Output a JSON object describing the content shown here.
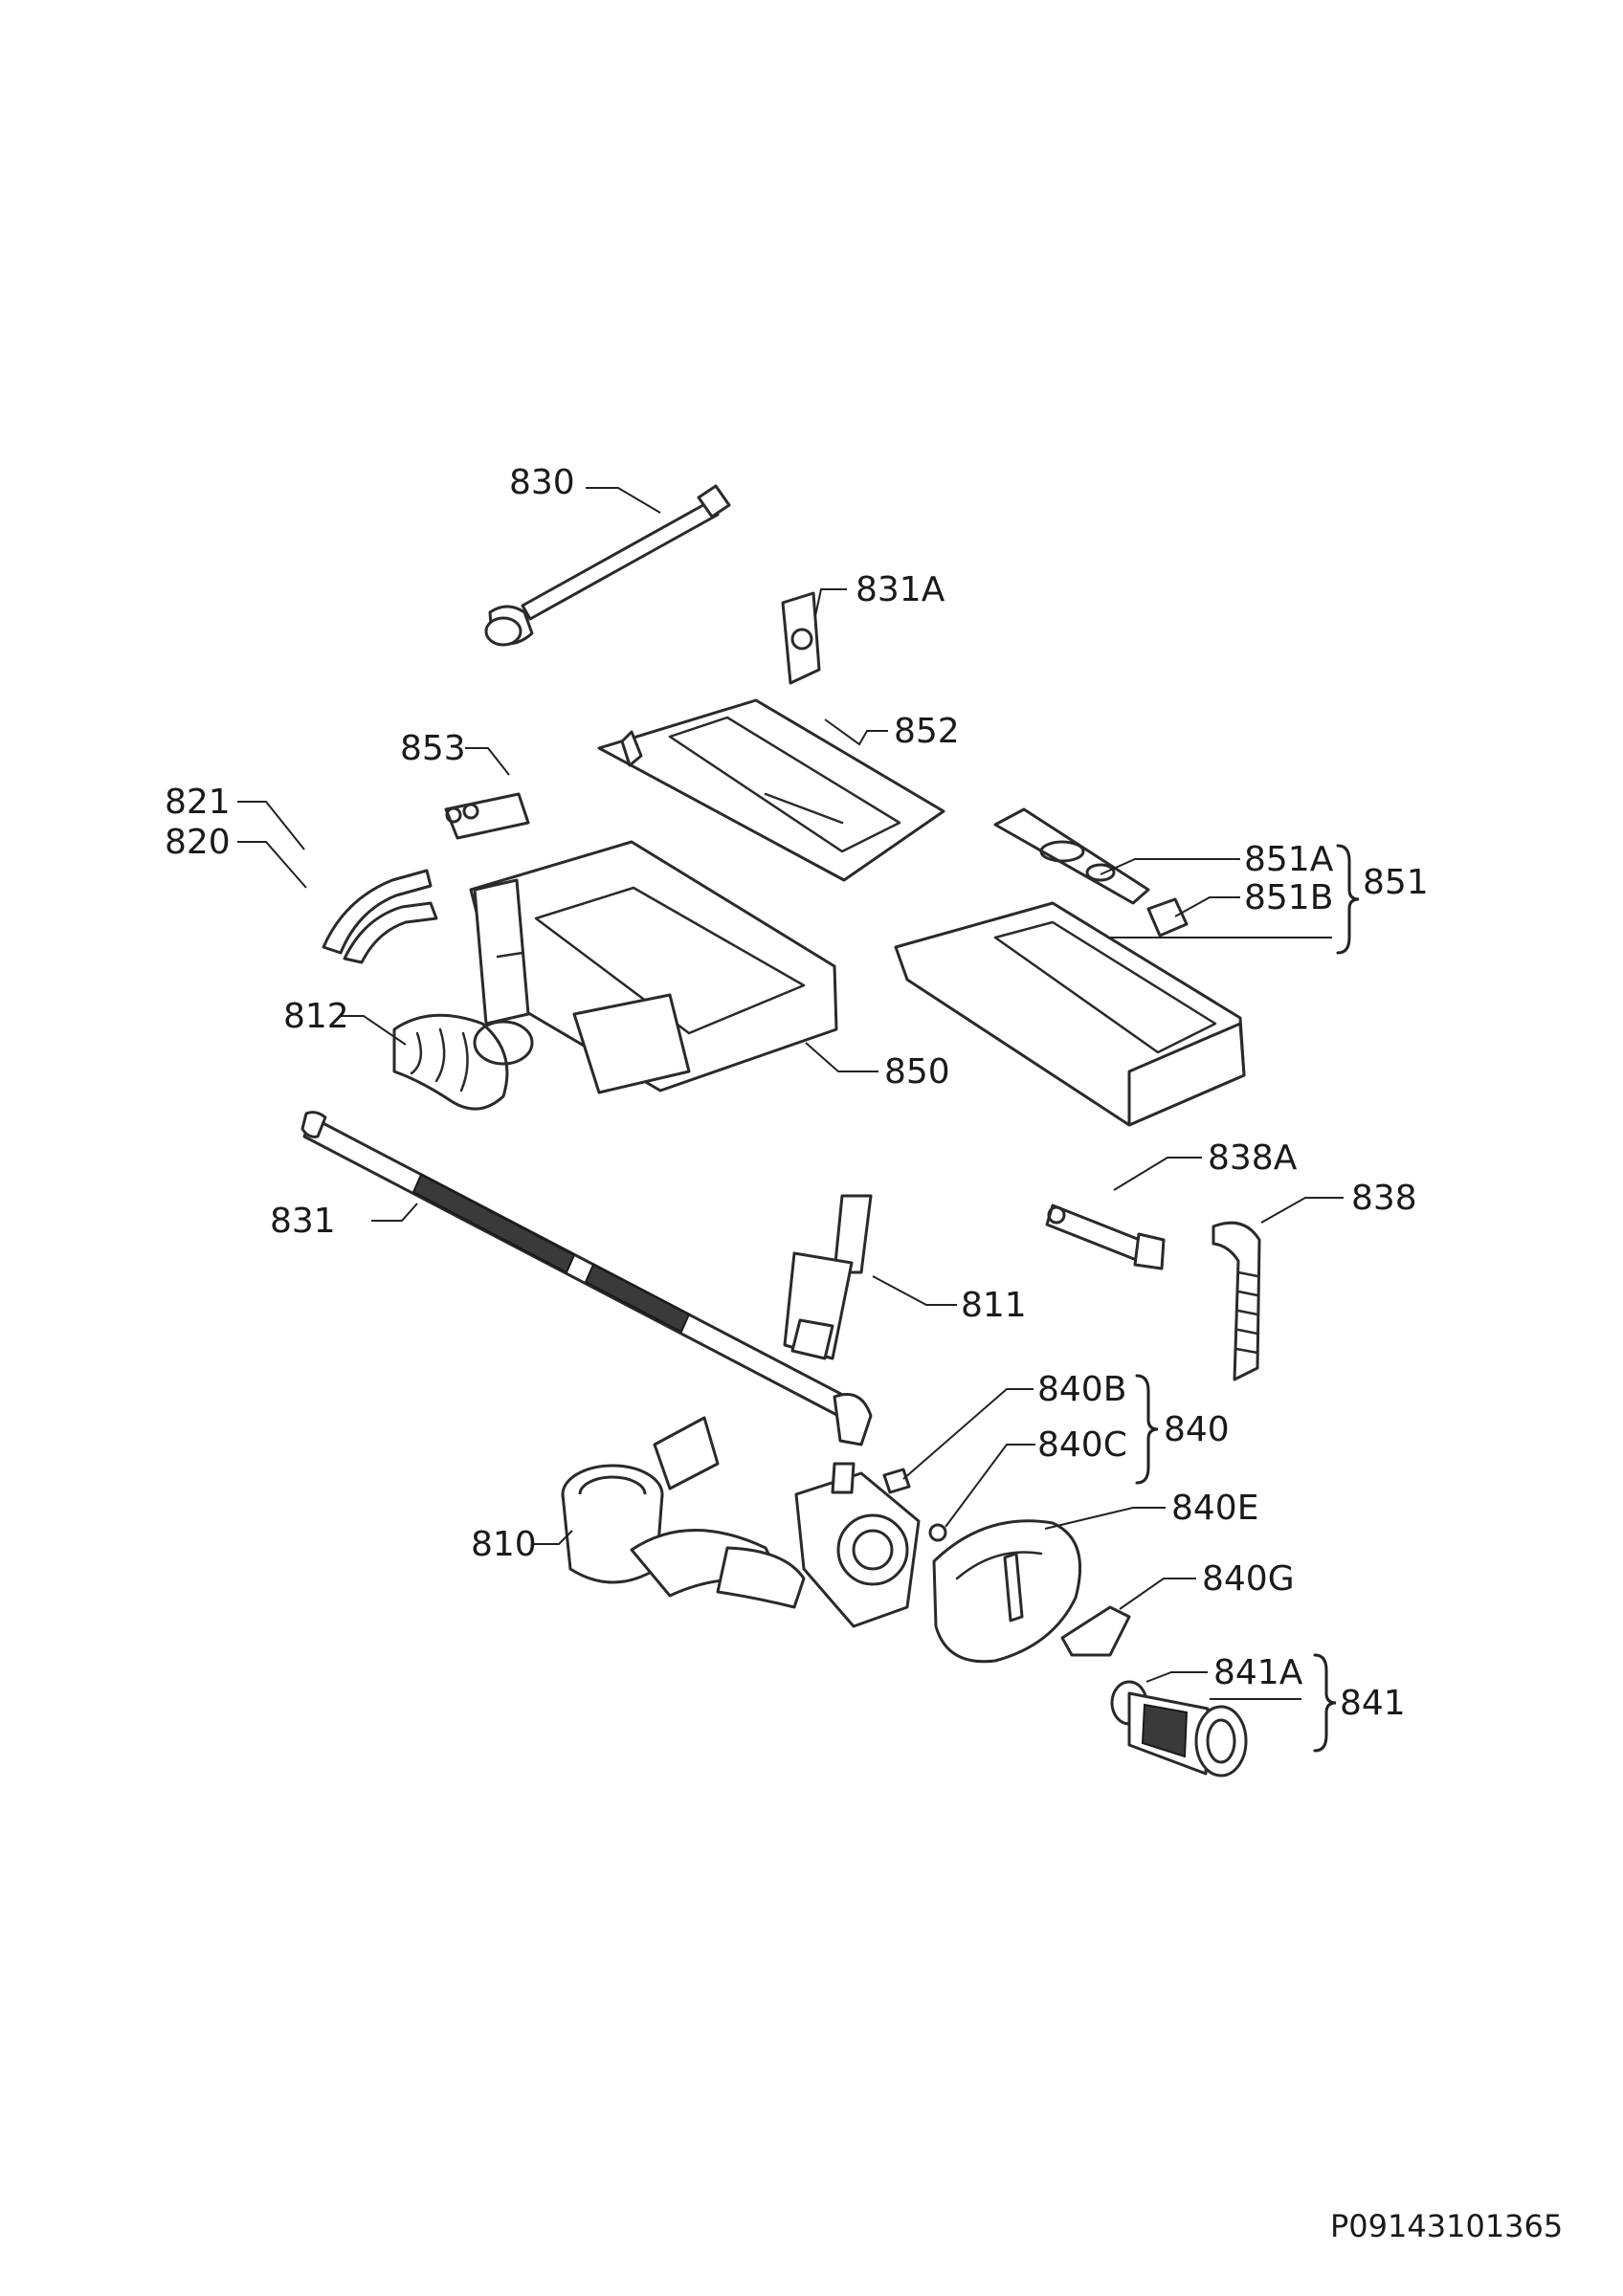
{
  "labels": {
    "l830": "830",
    "l831A": "831A",
    "l852": "852",
    "l853": "853",
    "l821": "821",
    "l820": "820",
    "l851A": "851A",
    "l851B": "851B",
    "l851": "851",
    "l812": "812",
    "l850": "850",
    "l838A": "838A",
    "l838": "838",
    "l831": "831",
    "l811": "811",
    "l840B": "840B",
    "l840": "840",
    "l840C": "840C",
    "l840E": "840E",
    "l810": "810",
    "l840G": "840G",
    "l841A": "841A",
    "l841": "841"
  },
  "document_code": "P09143101365"
}
